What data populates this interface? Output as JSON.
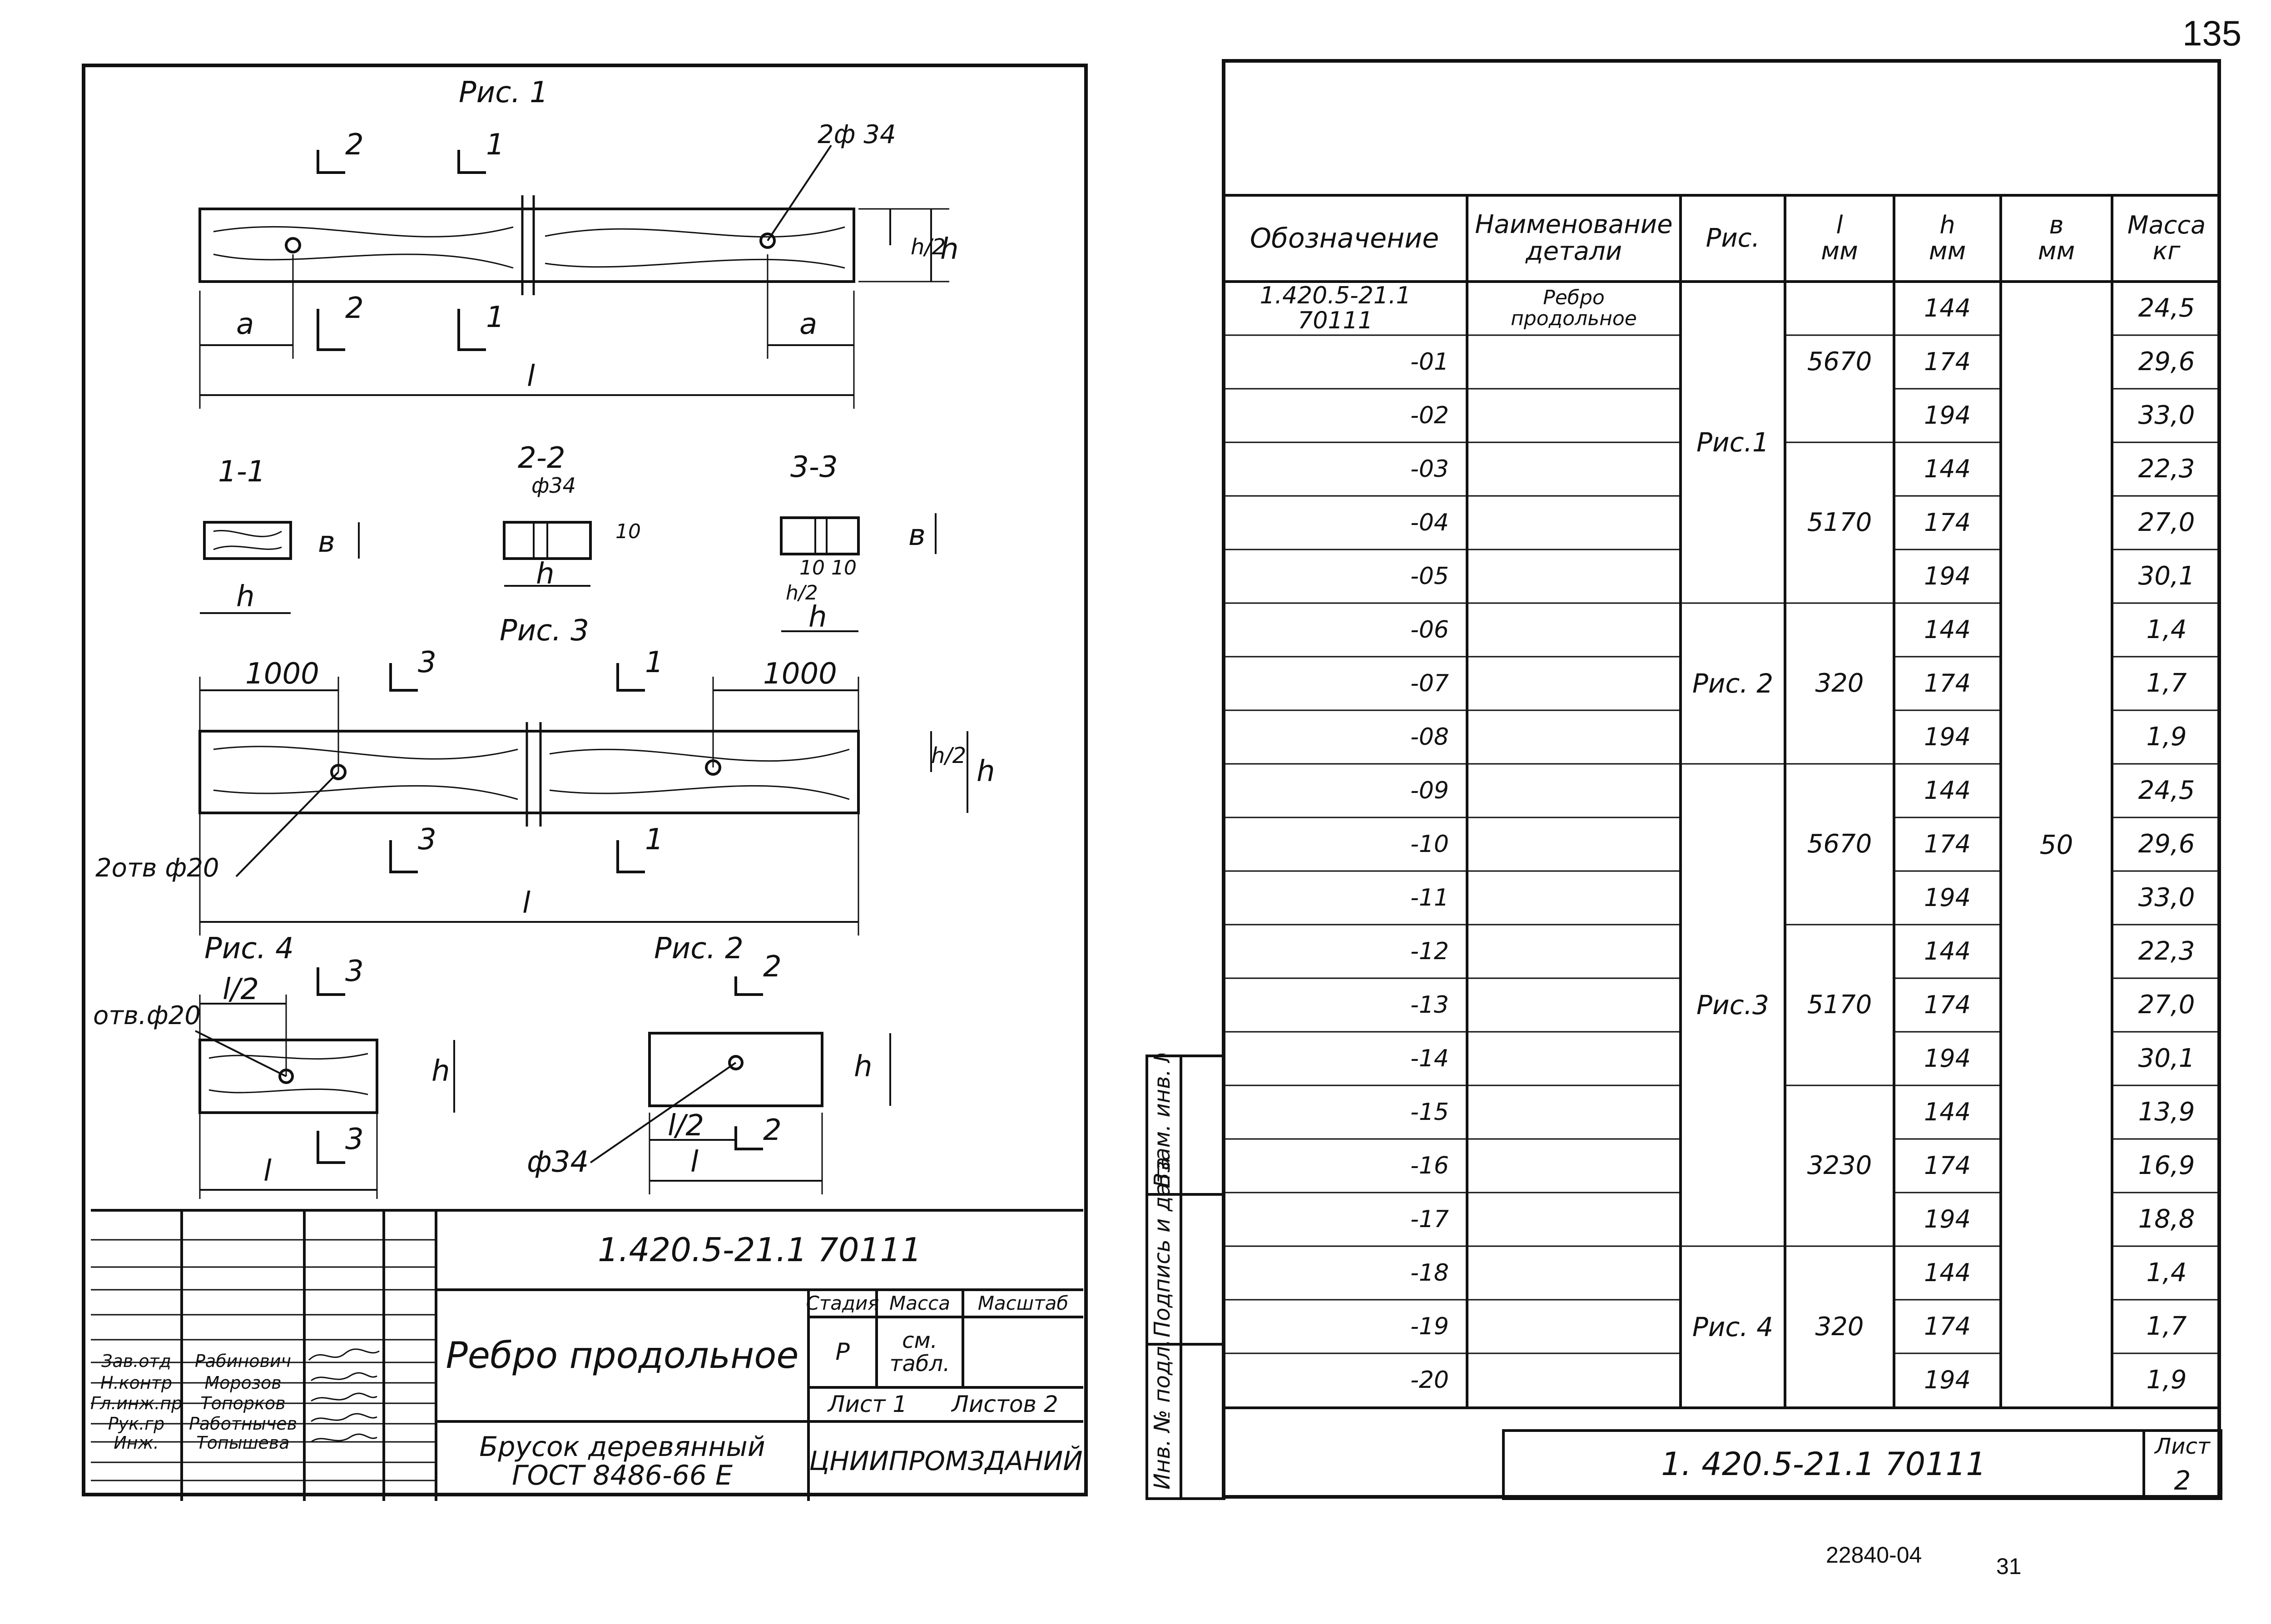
{
  "page_number": "135",
  "footer": {
    "code": "22840-04",
    "sheet_no": "31"
  },
  "left_sheet": {
    "figures": {
      "fig1": "Рис. 1",
      "fig2": "Рис. 2",
      "fig3": "Рис. 3",
      "fig4": "Рис. 4",
      "hole34": "2ф 34",
      "hole20_pair": "2отв ф20",
      "hole20": "отв.ф20",
      "phi34": "ф34",
      "section_1": "1-1",
      "section_2": "2-2",
      "section_3": "3-3",
      "sec_phi34": "ф34",
      "dim_a": "a",
      "dim_l": "l",
      "dim_h": "h",
      "dim_b": "в",
      "dim_h2": "h/2",
      "dim_l2": "l/2",
      "dim_1000": "1000",
      "dim_10": "10",
      "mark_1": "1",
      "mark_2": "2",
      "mark_3": "3"
    },
    "stamp": {
      "doc_code": "1.420.5-21.1 70111",
      "title": "Ребро продольное",
      "material": "Брусок деревянный\nГОСТ 8486-66 Е",
      "org": "ЦНИИПРОМЗДАНИЙ",
      "col_stage": "Стадия",
      "col_mass": "Масса",
      "col_scale": "Масштаб",
      "stage": "Р",
      "mass": "см.\nтабл.",
      "sheet": "Лист 1",
      "sheets": "Листов 2",
      "roles": [
        "Зав.отд",
        "Н.контр",
        "Гл.инж.пр",
        "Рук.гр",
        "Инж."
      ],
      "names": [
        "Рабинович",
        "Морозов",
        "Топорков",
        "Работнычев",
        "Топышева"
      ]
    }
  },
  "right_sheet": {
    "headers": {
      "designation": "Обозначение",
      "part_name": "Наименование\nдетали",
      "fig": "Рис.",
      "l": "l\nмм",
      "h": "h\nмм",
      "b": "в\nмм",
      "mass": "Масса\nкг"
    },
    "rows": [
      {
        "designation": "1.420.5-21.1 70111",
        "name": "Ребро\nпродольное",
        "h": "144",
        "mass": "24,5"
      },
      {
        "designation": "-01",
        "name": "",
        "h": "174",
        "mass": "29,6"
      },
      {
        "designation": "-02",
        "name": "",
        "h": "194",
        "mass": "33,0"
      },
      {
        "designation": "-03",
        "name": "",
        "h": "144",
        "mass": "22,3"
      },
      {
        "designation": "-04",
        "name": "",
        "h": "174",
        "mass": "27,0"
      },
      {
        "designation": "-05",
        "name": "",
        "h": "194",
        "mass": "30,1"
      },
      {
        "designation": "-06",
        "name": "",
        "h": "144",
        "mass": "1,4"
      },
      {
        "designation": "-07",
        "name": "",
        "h": "174",
        "mass": "1,7"
      },
      {
        "designation": "-08",
        "name": "",
        "h": "194",
        "mass": "1,9"
      },
      {
        "designation": "-09",
        "name": "",
        "h": "144",
        "mass": "24,5"
      },
      {
        "designation": "-10",
        "name": "",
        "h": "174",
        "mass": "29,6"
      },
      {
        "designation": "-11",
        "name": "",
        "h": "194",
        "mass": "33,0"
      },
      {
        "designation": "-12",
        "name": "",
        "h": "144",
        "mass": "22,3"
      },
      {
        "designation": "-13",
        "name": "",
        "h": "174",
        "mass": "27,0"
      },
      {
        "designation": "-14",
        "name": "",
        "h": "194",
        "mass": "30,1"
      },
      {
        "designation": "-15",
        "name": "",
        "h": "144",
        "mass": "13,9"
      },
      {
        "designation": "-16",
        "name": "",
        "h": "174",
        "mass": "16,9"
      },
      {
        "designation": "-17",
        "name": "",
        "h": "194",
        "mass": "18,8"
      },
      {
        "designation": "-18",
        "name": "",
        "h": "144",
        "mass": "1,4"
      },
      {
        "designation": "-19",
        "name": "",
        "h": "174",
        "mass": "1,7"
      },
      {
        "designation": "-20",
        "name": "",
        "h": "194",
        "mass": "1,9"
      }
    ],
    "fig_groups": [
      "Рис.1",
      "Рис. 2",
      "Рис.3",
      "Рис. 4"
    ],
    "l_groups": [
      "5670",
      "5170",
      "320",
      "5670",
      "5170",
      "3230",
      "320"
    ],
    "b_value": "50",
    "side_labels": [
      "Инв. № подл.",
      "Подпись и дата",
      "Взам. инв. №"
    ],
    "stamp": {
      "doc_code": "1. 420.5-21.1 70111",
      "sheet_label": "Лист",
      "sheet": "2"
    }
  }
}
